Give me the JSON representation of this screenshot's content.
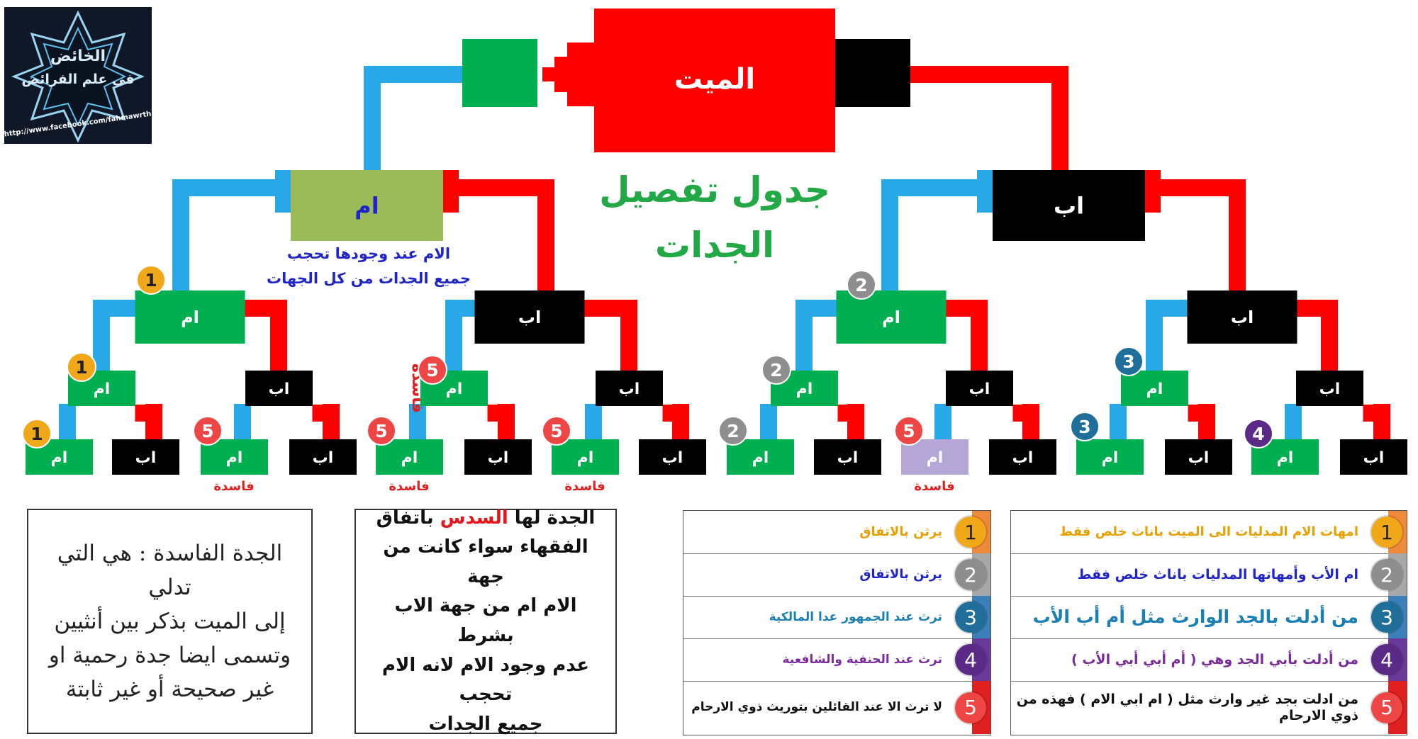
{
  "logo": {
    "line1": "الخائض",
    "line2": "في علم الفرائض",
    "url": "http://www.facebook.com/fahmawrth"
  },
  "title": {
    "line1": "جدول تفصيل",
    "line2": "الجدات"
  },
  "root_label": "الميت",
  "nodes": {
    "mother": "ام",
    "father": "اب",
    "mother_note_line1": "الام عند وجودها تحجب",
    "mother_note_line2": "جميع الجدات من كل الجهات",
    "fasida": "فاسدة"
  },
  "fasida_note": {
    "line1": "الجدة الفاسدة : هي التي تدلي",
    "line2": "إلى الميت بذكر بين أنثيين",
    "line3": "وتسمى ايضا جدة رحمية او",
    "line4": "غير صحيحة أو غير ثابتة"
  },
  "sudus_note": {
    "line1_a": "الجدة لها ",
    "line1_b": "السدس",
    "line1_c": " باتفاق",
    "line2": "الفقهاء سواء كانت من جهة",
    "line3": "الام ام من جهة الاب بشرط",
    "line4": "عدم وجود الام لانه الام تحجب",
    "line5": "جميع الجدات"
  },
  "legend_right": [
    {
      "num": "1",
      "text": "امهات الام المدليات الى الميت باناث خلص فقط",
      "color": "#e8a000"
    },
    {
      "num": "2",
      "text": "ام الأب وأمهاتها المدليات باناث خلص فقط",
      "color": "#1f25c8"
    },
    {
      "num": "3",
      "text": "من أدلت بالجد الوارث  مثل أم أب الأب",
      "color": "#1a7fb5"
    },
    {
      "num": "4",
      "text": "من أدلت بأبي الجد وهي ( أم أبي أبي  الأب )",
      "color": "#7a2a9a"
    },
    {
      "num": "5",
      "text": "من ادلت بجد غير وارث مثل ( ام ابي الام ) فهذه من ذوي الارحام",
      "color": "#111111"
    }
  ],
  "legend_left": [
    {
      "num": "1",
      "text": "يرثن بالاتفاق",
      "color": "#e8a000"
    },
    {
      "num": "2",
      "text": "يرثن بالاتفاق",
      "color": "#1f25c8"
    },
    {
      "num": "3",
      "text": "ترث عند الجمهور عدا المالكية",
      "color": "#1a7fb5"
    },
    {
      "num": "4",
      "text": "ترث عند الحنفية والشافعية",
      "color": "#7a2a9a"
    },
    {
      "num": "5",
      "text": "لا ترث الا عند القائلين بتوريث ذوي الارحام",
      "color": "#111111"
    }
  ],
  "badge_colors": {
    "1": "#f0a818",
    "2": "#8e8e8e",
    "3": "#1f6f9a",
    "4": "#5b2a86",
    "5": "#ee4545"
  },
  "strip_colors": [
    "#ef8a3b",
    "#a8a8a8",
    "#3d7fb8",
    "#6a3a9a",
    "#e02020"
  ],
  "colors": {
    "red": "#ff0000",
    "black": "#000000",
    "green": "#00b050",
    "blue": "#29a8e8",
    "olive": "#9bbb59",
    "lavender": "#b4a7d6",
    "title_green": "#22a845"
  }
}
